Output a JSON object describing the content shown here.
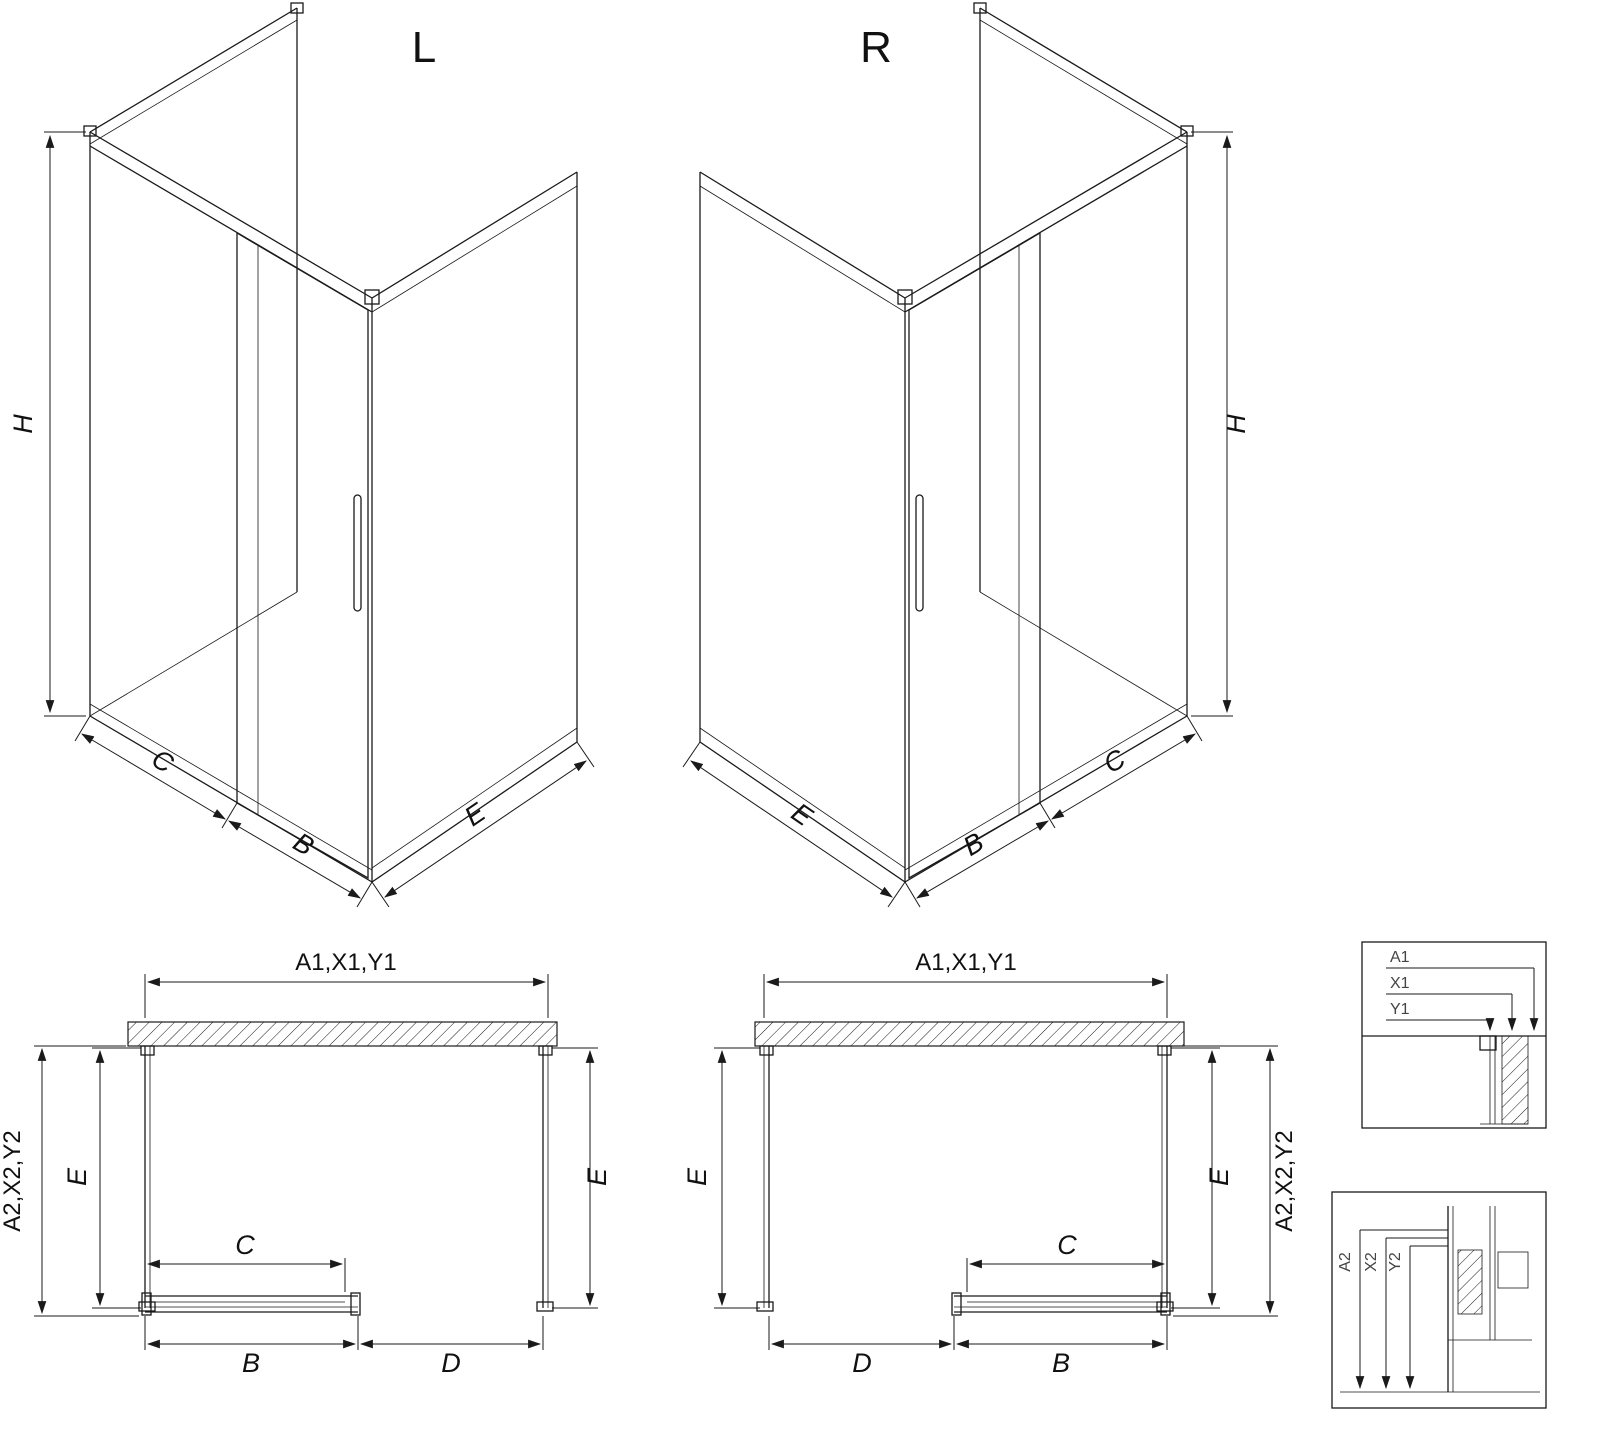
{
  "colors": {
    "ink": "#1a1a1a",
    "background": "#ffffff"
  },
  "drawing": {
    "iso_left": {
      "title": "L",
      "dim_height": "H",
      "dim_fixed_width": "C",
      "dim_door_width": "B",
      "dim_side_width": "E"
    },
    "iso_right": {
      "title": "R",
      "dim_height": "H",
      "dim_fixed_width": "C",
      "dim_door_width": "B",
      "dim_side_width": "E"
    },
    "plan_left": {
      "dim_total_width": "A1,X1,Y1",
      "dim_total_depth": "A2,X2,Y2",
      "dim_depth_left": "E",
      "dim_depth_right": "E",
      "dim_fixed_width": "C",
      "dim_door_width": "B",
      "dim_opening_width": "D"
    },
    "plan_right": {
      "dim_total_width": "A1,X1,Y1",
      "dim_total_depth": "A2,X2,Y2",
      "dim_depth_left": "E",
      "dim_depth_right": "E",
      "dim_fixed_width": "C",
      "dim_door_width": "B",
      "dim_opening_width": "D"
    },
    "detail_top": {
      "label_a1": "A1",
      "label_x1": "X1",
      "label_y1": "Y1"
    },
    "detail_bottom": {
      "label_a2": "A2",
      "label_x2": "X2",
      "label_y2": "Y2"
    }
  }
}
